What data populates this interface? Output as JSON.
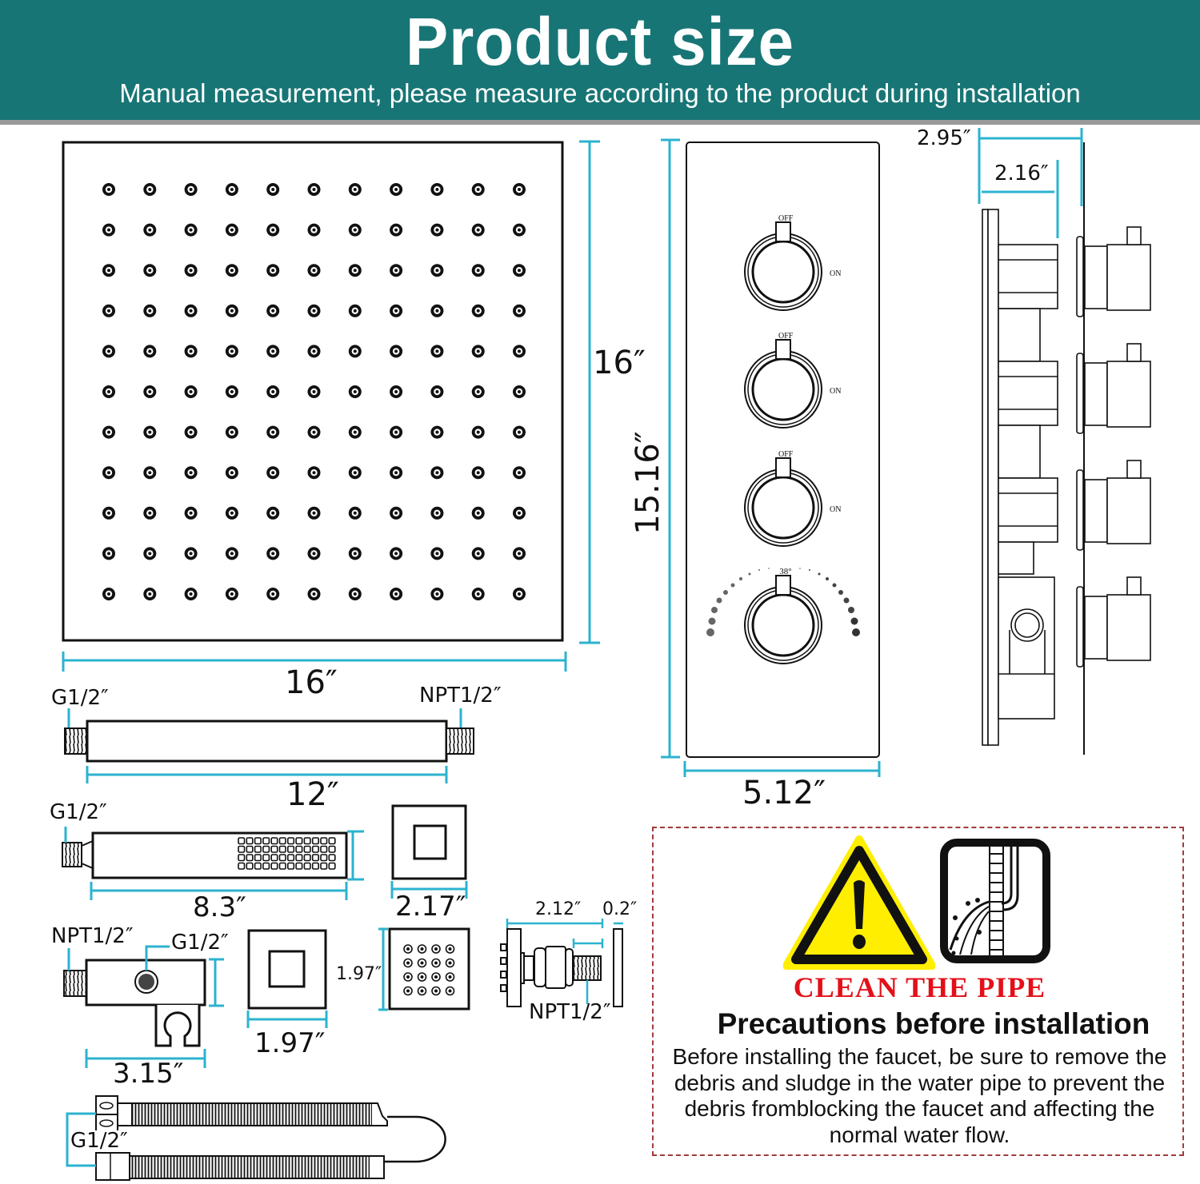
{
  "header": {
    "title": "Product size",
    "subtitle": "Manual measurement, please measure according to the product during installation",
    "background_color": "#187575"
  },
  "shower_head": {
    "dot_rows": 11,
    "dot_cols": 11,
    "width_label": "16″",
    "height_label": "16″"
  },
  "valve_panel": {
    "height_label": "15.16″",
    "width_label": "5.12″",
    "knobs": [
      {
        "top_label": "OFF",
        "side_label": "ON"
      },
      {
        "top_label": "OFF",
        "side_label": "ON"
      },
      {
        "top_label": "OFF",
        "side_label": "ON"
      },
      {
        "top_label": "38°",
        "side_label": ""
      }
    ]
  },
  "valve_side": {
    "depth_total_label": "2.95″",
    "depth_inner_label": "2.16″"
  },
  "shower_arm": {
    "left_thread": "G1/2″",
    "right_thread": "NPT1/2″",
    "length_label": "12″"
  },
  "hand_shower": {
    "thread": "G1/2″",
    "length_label": "8.3″"
  },
  "flange": {
    "width_label": "2.17″"
  },
  "wall_connector": {
    "left_thread": "NPT1/2″",
    "outlet_thread": "G1/2″",
    "width_label": "3.15″"
  },
  "small_flange": {
    "width_label": "1.97″"
  },
  "body_jet": {
    "height_label": "1.97″",
    "jet_rows": 4,
    "jet_cols": 4,
    "depth_label": "2.12″",
    "plate_label": "0.2″",
    "thread_label": "NPT1/2″"
  },
  "hose": {
    "thread_label": "G1/2″"
  },
  "notice": {
    "warning_icon": "warning-triangle-icon",
    "pipe_icon": "dirty-pipe-icon",
    "clean_label": "CLEAN THE PIPE",
    "title": "Precautions before installation",
    "body": "Before installing the faucet, be sure to remove the debris and sludge in the water pipe to prevent the debris fromblocking the faucet and affecting the normal water flow.",
    "clean_color": "#e3101a",
    "border_color": "#a33a3a",
    "warning_color": "#ffee00"
  },
  "accent_color": "#2bb3cf"
}
